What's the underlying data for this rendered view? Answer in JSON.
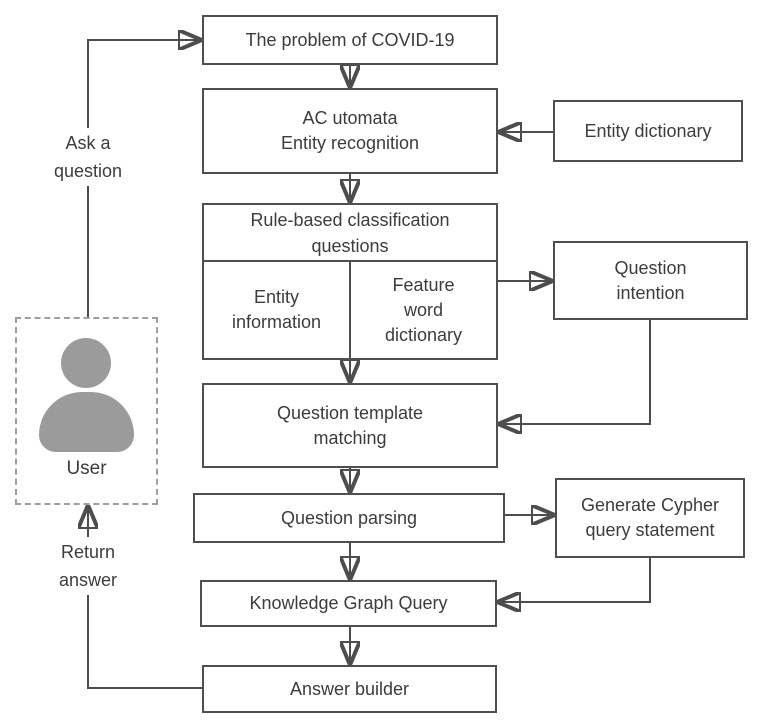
{
  "diagram": {
    "type": "flowchart",
    "nodes": {
      "problem": "The problem of COVID-19",
      "ac_automata": "AC utomata\nEntity recognition",
      "entity_dictionary": "Entity dictionary",
      "rule_based": "Rule-based classification\nquestions",
      "entity_information": "Entity\ninformation",
      "feature_word_dictionary": "Feature\nword\ndictionary",
      "question_intention": "Question\nintention",
      "question_template": "Question template\nmatching",
      "question_parsing": "Question parsing",
      "generate_cypher": "Generate Cypher\nquery statement",
      "knowledge_graph": "Knowledge Graph Query",
      "answer_builder": "Answer builder",
      "user": "User"
    },
    "edge_labels": {
      "ask_question": "Ask a\nquestion",
      "return_answer": "Return\nanswer"
    },
    "colors": {
      "line": "#4d4d4d",
      "box_border": "#4f4f4f",
      "text": "#3c3c3c",
      "user_icon": "#9b9b9b",
      "dashed_border": "#9e9e9e",
      "background": "#ffffff"
    }
  }
}
